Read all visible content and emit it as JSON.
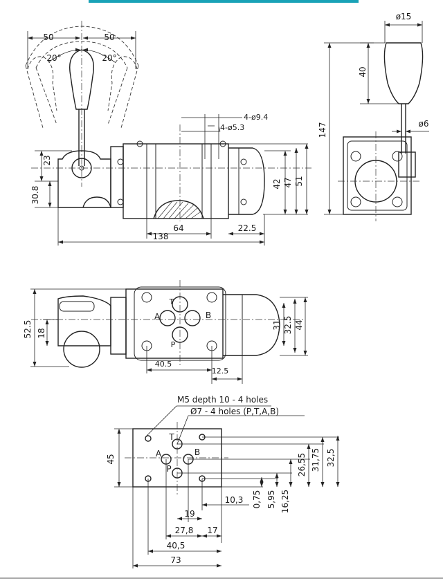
{
  "colors": {
    "accent_bar": "#19a2b7",
    "ink": "#222222",
    "background": "#ffffff"
  },
  "side_view": {
    "angle_left": "50",
    "angle_right": "50",
    "tilt_left": "20°",
    "tilt_right": "20°",
    "height_23": "23",
    "height_30_8": "30.8",
    "hole_4_9_4": "4-ø9.4",
    "hole_4_5_3": "4-ø5.3",
    "dim_42": "42",
    "dim_47": "47",
    "dim_51": "51",
    "dim_64": "64",
    "dim_22_5": "22.5",
    "dim_138": "138"
  },
  "end_view": {
    "handle_dia": "ø15",
    "handle_len": "40",
    "total_height": "147",
    "stem_dia": "ø6"
  },
  "top_view": {
    "port_a": "A",
    "port_b": "B",
    "port_t": "T",
    "port_p": "P",
    "dim_52_5": "52.5",
    "dim_18": "18",
    "dim_31": "31",
    "dim_32_5": "32.5",
    "dim_44": "44",
    "dim_40_5": "40.5",
    "dim_12_5": "12.5"
  },
  "mounting": {
    "note_m5": "M5 depth 10 - 4 holes",
    "note_ports": "Ø7 - 4 holes (P,T,A,B)",
    "port_t": "T",
    "port_a": "A",
    "port_b": "B",
    "port_p": "P",
    "dim_45": "45",
    "dim_26_55": "26,55",
    "dim_31_75": "31,75",
    "dim_32_5": "32,5",
    "dim_10_3": "10,3",
    "dim_0_75": "0,75",
    "dim_5_95": "5,95",
    "dim_16_25": "16,25",
    "dim_19": "19",
    "dim_27_8": "27,8",
    "dim_17": "17",
    "dim_40_5": "40,5",
    "dim_73": "73"
  }
}
